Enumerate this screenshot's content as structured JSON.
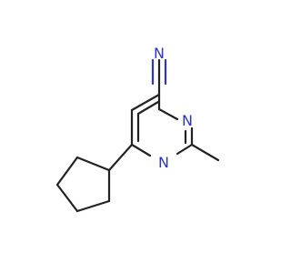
{
  "molecule": {
    "atoms": {
      "nitrile_n": {
        "symbol": "N",
        "color": "#2b35c8"
      },
      "ring_n3": {
        "symbol": "N",
        "color": "#2b35c8"
      },
      "ring_n1": {
        "symbol": "N",
        "color": "#2b35c8"
      }
    },
    "bond_color": "#222222"
  }
}
